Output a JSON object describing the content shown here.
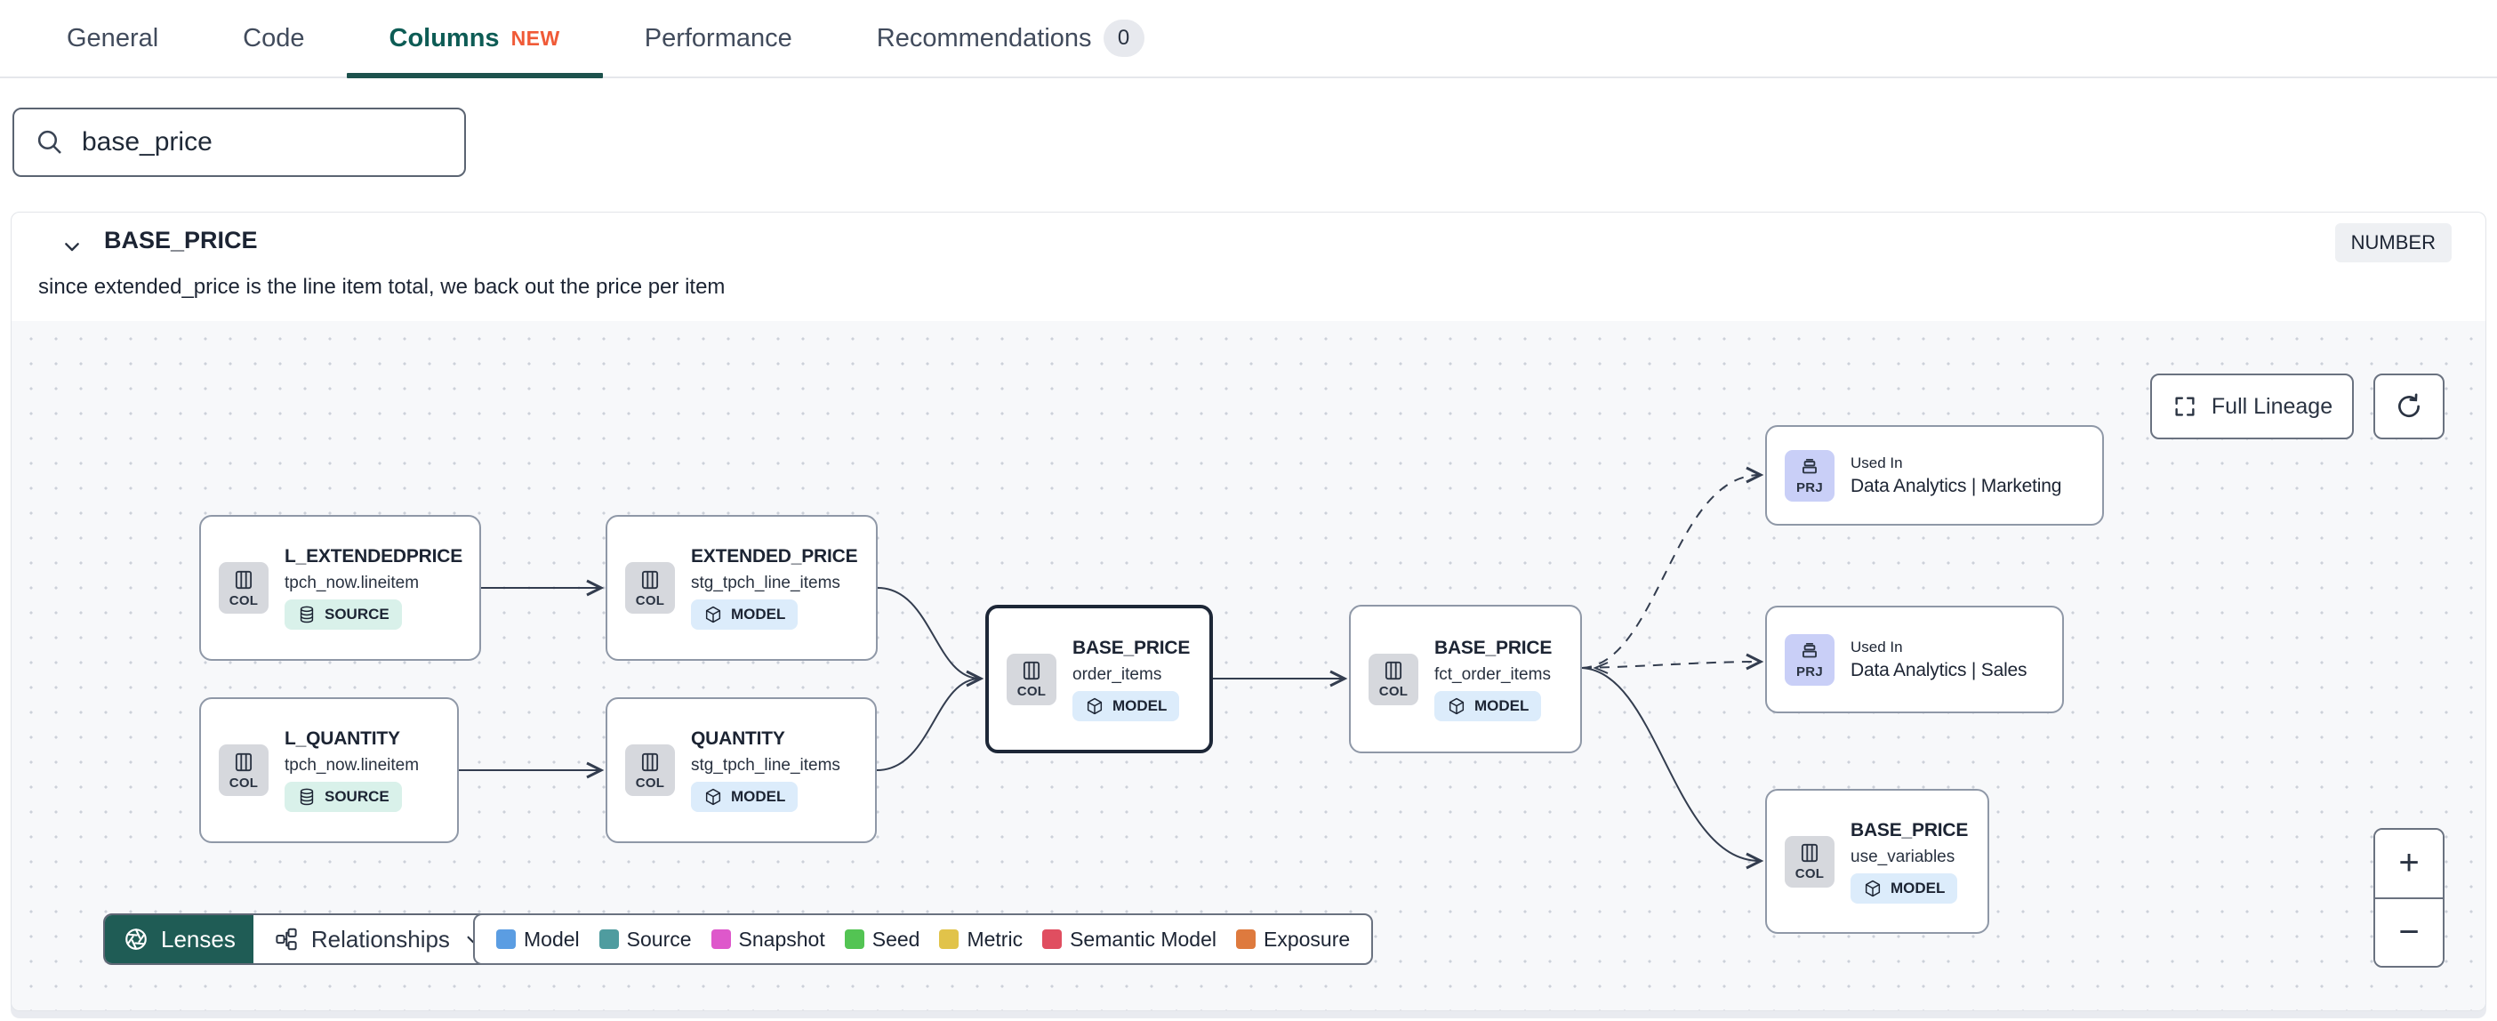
{
  "tabs": {
    "items": [
      {
        "label": "General"
      },
      {
        "label": "Code"
      },
      {
        "label": "Columns",
        "badge": "NEW"
      },
      {
        "label": "Performance"
      },
      {
        "label": "Recommendations",
        "count": "0"
      }
    ]
  },
  "search": {
    "value": "base_price"
  },
  "column": {
    "name": "BASE_PRICE",
    "type": "NUMBER",
    "description": "since extended_price is the line item total, we back out the price per item"
  },
  "lineage": {
    "full_lineage_label": "Full Lineage",
    "zoom_in_label": "+",
    "zoom_out_label": "−",
    "nodes": [
      {
        "kind": "COL",
        "title": "L_EXTENDEDPRICE",
        "subtitle": "tpch_now.lineitem",
        "badge": "SOURCE"
      },
      {
        "kind": "COL",
        "title": "EXTENDED_PRICE",
        "subtitle": "stg_tpch_line_items",
        "badge": "MODEL"
      },
      {
        "kind": "COL",
        "title": "L_QUANTITY",
        "subtitle": "tpch_now.lineitem",
        "badge": "SOURCE"
      },
      {
        "kind": "COL",
        "title": "QUANTITY",
        "subtitle": "stg_tpch_line_items",
        "badge": "MODEL"
      },
      {
        "kind": "COL",
        "title": "BASE_PRICE",
        "subtitle": "order_items",
        "badge": "MODEL",
        "selected": true
      },
      {
        "kind": "COL",
        "title": "BASE_PRICE",
        "subtitle": "fct_order_items",
        "badge": "MODEL"
      },
      {
        "kind": "PRJ",
        "eyebrow": "Used In",
        "title": "Data Analytics | Marketing"
      },
      {
        "kind": "PRJ",
        "eyebrow": "Used In",
        "title": "Data Analytics | Sales"
      },
      {
        "kind": "COL",
        "title": "BASE_PRICE",
        "subtitle": "use_variables",
        "badge": "MODEL"
      }
    ],
    "toolbar": {
      "lenses": "Lenses",
      "relationships": "Relationships"
    },
    "legend": [
      {
        "label": "Model",
        "color": "#5b9de2"
      },
      {
        "label": "Source",
        "color": "#4f9c9f"
      },
      {
        "label": "Snapshot",
        "color": "#de58cb"
      },
      {
        "label": "Seed",
        "color": "#53c453"
      },
      {
        "label": "Metric",
        "color": "#e1c34a"
      },
      {
        "label": "Semantic Model",
        "color": "#e04e60"
      },
      {
        "label": "Exposure",
        "color": "#de7a3e"
      }
    ]
  },
  "icons": {
    "search-icon": "magnifier",
    "chevron-down-icon": "chevron",
    "column-icon": "table-columns",
    "database-icon": "db-cylinder",
    "cube-icon": "model-cube",
    "project-icon": "stacked-drawers",
    "lenses-icon": "aperture",
    "relationships-icon": "node-graph",
    "expand-icon": "corner-brackets",
    "refresh-icon": "circular-arrow",
    "zoom-in-icon": "plus",
    "zoom-out-icon": "minus"
  }
}
